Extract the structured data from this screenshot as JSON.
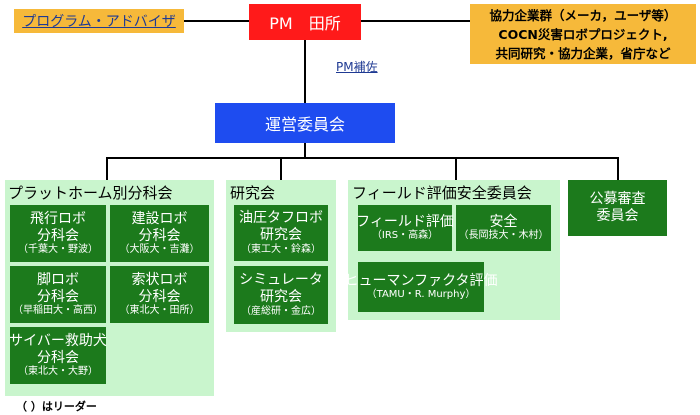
{
  "top": {
    "advisor": "プログラム・アドバイザ",
    "pm": "PM　田所",
    "partners": [
      "協力企業群（メーカ，ユーザ等）",
      "COCN災害ロボプロジェクト,",
      "共同研究・協力企業，省庁など"
    ],
    "pm_assist": "PM補佐"
  },
  "committee": "運営委員会",
  "groups": {
    "platform": {
      "title": "プラットホーム別分科会",
      "items": [
        {
          "name": [
            "飛行ロボ",
            "分科会"
          ],
          "leader": "（千葉大・野波）"
        },
        {
          "name": [
            "建設ロボ",
            "分科会"
          ],
          "leader": "（大阪大・吉灘）"
        },
        {
          "name": [
            "脚ロボ",
            "分科会"
          ],
          "leader": "（早稲田大・高西）"
        },
        {
          "name": [
            "索状ロボ",
            "分科会"
          ],
          "leader": "（東北大・田所）"
        },
        {
          "name": [
            "サイバー救助犬",
            "分科会"
          ],
          "leader": "（東北大・大野）"
        }
      ]
    },
    "research": {
      "title": "研究会",
      "items": [
        {
          "name": [
            "油圧タフロボ",
            "研究会"
          ],
          "leader": "（東工大・鈴森）"
        },
        {
          "name": [
            "シミュレータ",
            "研究会"
          ],
          "leader": "（産総研・金広）"
        }
      ]
    },
    "field": {
      "title": "フィールド評価安全委員会",
      "items": [
        {
          "name": [
            "フィールド評価"
          ],
          "leader": "（IRS・高森）"
        },
        {
          "name": [
            "安全"
          ],
          "leader": "（長岡技大・木村）"
        },
        {
          "name": [
            "ヒューマンファクタ評価"
          ],
          "leader": "（TAMU・R. Murphy）"
        }
      ]
    },
    "audit": {
      "title": [
        "公募審査",
        "委員会"
      ]
    }
  },
  "legend": "（ ）はリーダー",
  "colors": {
    "pm": "#ff1a1a",
    "committee": "#1e4cf0",
    "partner": "#f6b93a",
    "group_bg": "#c9f5cd",
    "unit": "#1c7a1c"
  }
}
